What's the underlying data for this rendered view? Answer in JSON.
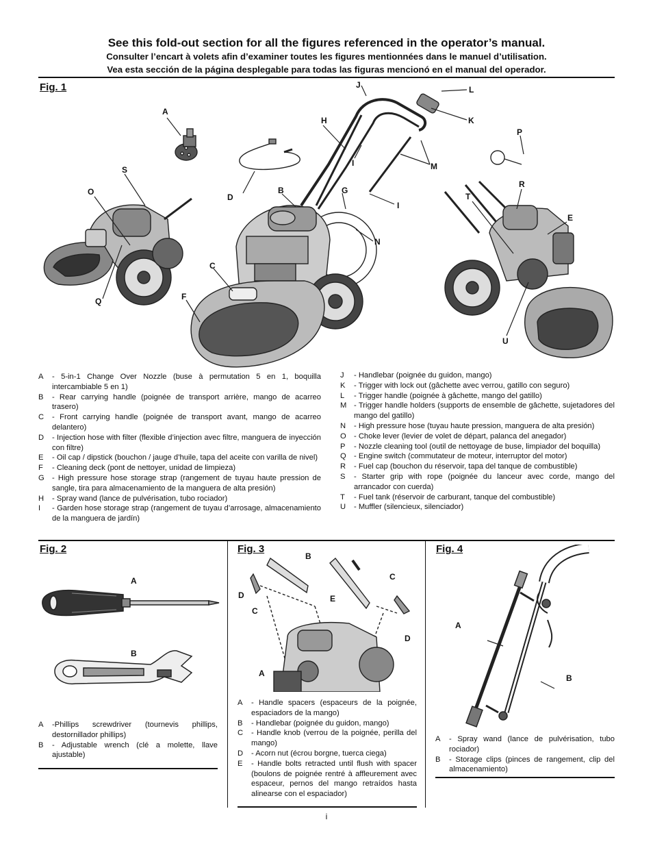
{
  "header": {
    "title_en": "See this fold-out section for all the figures referenced in the operator’s manual.",
    "title_fr": "Consulter l’encart à volets afin d’examiner toutes les figures mentionnées dans le manuel d’utilisation.",
    "title_es": "Vea esta sección de la página desplegable para todas las figuras mencionó en el manual del operador."
  },
  "fig1": {
    "title": "Fig. 1",
    "callouts": [
      "A",
      "B",
      "C",
      "D",
      "E",
      "F",
      "G",
      "H",
      "I",
      "I",
      "J",
      "K",
      "L",
      "M",
      "N",
      "O",
      "P",
      "Q",
      "R",
      "S",
      "T",
      "U"
    ],
    "legend_left": [
      {
        "key": "A",
        "text": "- 5-in-1 Change Over Nozzle (buse à permutation 5 en 1, boquilla intercambiable 5 en 1)"
      },
      {
        "key": "B",
        "text": "- Rear carrying handle (poignée de transport arrière, mango de acarreo trasero)"
      },
      {
        "key": "C",
        "text": "- Front carrying handle (poignée de transport avant, mango de acarreo delantero)"
      },
      {
        "key": "D",
        "text": "- Injection hose with filter (flexible d’injection avec filtre, manguera de inyección con filtre)"
      },
      {
        "key": "E",
        "text": "- Oil cap / dipstick (bouchon / jauge d’huile, tapa del aceite con varilla de nivel)"
      },
      {
        "key": "F",
        "text": "- Cleaning deck (pont de nettoyer, unidad de limpieza)"
      },
      {
        "key": "G",
        "text": "- High pressure hose storage strap (rangement de tuyau haute pression de sangle, tira para almacenamiento de la manguera de alta presión)"
      },
      {
        "key": "H",
        "text": "- Spray wand (lance de pulvérisation, tubo rociador)"
      },
      {
        "key": "I",
        "text": "- Garden hose storage strap (rangement de tuyau d’arrosage, almacenamiento de la manguera de jardín)"
      }
    ],
    "legend_right": [
      {
        "key": "J",
        "text": "- Handlebar (poignée du guidon, mango)"
      },
      {
        "key": "K",
        "text": "- Trigger with lock out (gâchette avec verrou, gatillo con seguro)"
      },
      {
        "key": "L",
        "text": "- Trigger handle (poignée à gâchette, mango del gatillo)"
      },
      {
        "key": "M",
        "text": "- Trigger handle holders (supports de ensemble de gâchette, sujetadores del mango del gatillo)"
      },
      {
        "key": "N",
        "text": "- High pressure hose (tuyau haute pression, manguera de alta presión)"
      },
      {
        "key": "O",
        "text": "- Choke lever (levier de volet de départ, palanca del anegador)"
      },
      {
        "key": "P",
        "text": "- Nozzle cleaning tool (outil de nettoyage de buse, limpiador del boquilla)"
      },
      {
        "key": "Q",
        "text": "- Engine switch (commutateur de moteur, interruptor del motor)"
      },
      {
        "key": "R",
        "text": "- Fuel cap (bouchon du réservoir, tapa del tanque de combustible)"
      },
      {
        "key": "S",
        "text": "- Starter grip with rope (poignée du lanceur avec corde, mango del arrancador con cuerda)"
      },
      {
        "key": "T",
        "text": "- Fuel tank (réservoir de carburant, tanque del combustible)"
      },
      {
        "key": "U",
        "text": "- Muffler (silencieux, silenciador)"
      }
    ]
  },
  "fig2": {
    "title": "Fig. 2",
    "callouts": [
      "A",
      "B"
    ],
    "legend": [
      {
        "key": "A",
        "text": "-Phillips screwdriver (tournevis phillips, destornillador phillips)"
      },
      {
        "key": "B",
        "text": "- Adjustable wrench (clé a molette, llave ajustable)"
      }
    ]
  },
  "fig3": {
    "title": "Fig. 3",
    "callouts": [
      "A",
      "B",
      "C",
      "C",
      "D",
      "D",
      "E"
    ],
    "legend": [
      {
        "key": "A",
        "text": "- Handle spacers (espaceurs de la poignée, espaciadors de la mango)"
      },
      {
        "key": "B",
        "text": "- Handlebar (poignée du guidon, mango)"
      },
      {
        "key": "C",
        "text": "- Handle knob (verrou de la poignée, perilla del mango)"
      },
      {
        "key": "D",
        "text": "- Acorn nut (écrou borgne, tuerca ciega)"
      },
      {
        "key": "E",
        "text": "- Handle bolts retracted until flush with spacer (boulons de poignée rentré à affleurement avec espaceur, pernos del mango retraídos hasta alinearse con el espaciador)"
      }
    ]
  },
  "fig4": {
    "title": "Fig. 4",
    "callouts": [
      "A",
      "B"
    ],
    "legend": [
      {
        "key": "A",
        "text": "- Spray wand (lance de pulvérisation, tubo rociador)"
      },
      {
        "key": "B",
        "text": "- Storage clips (pinces de rangement, clip del almacenamiento)"
      }
    ]
  },
  "page_number": "i"
}
